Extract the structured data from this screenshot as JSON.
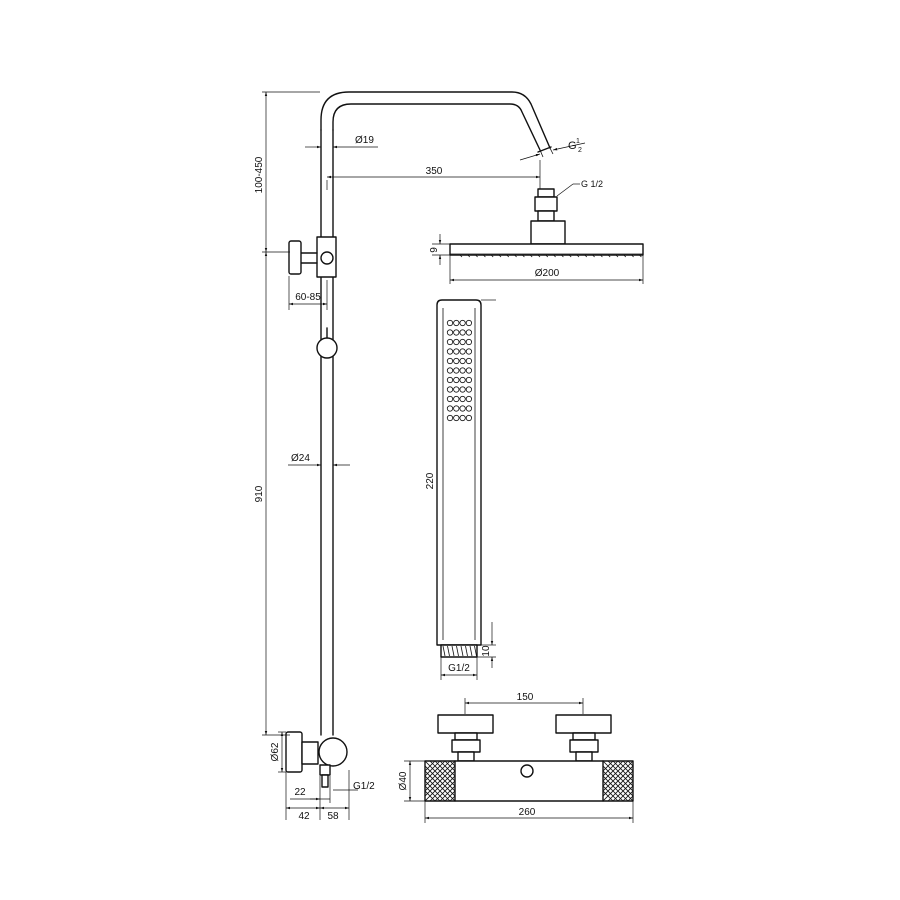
{
  "dimensions": {
    "arm_reach": "100-450",
    "arm_diameter": "Ø19",
    "arm_length": "350",
    "arm_outlet_thread": {
      "main": "G",
      "num": "1",
      "den": "2"
    },
    "head_connector_thread": "G 1/2",
    "head_thickness": "9",
    "head_diameter": "Ø200",
    "holder_offset": "60-85",
    "riser_diameter": "Ø24",
    "riser_height": "910",
    "hand_shower_length": "220",
    "hand_shower_thread": "G1/2",
    "hand_shower_thread_length": "10",
    "valve_knob_diameter": "Ø62",
    "side_offset_22": "22",
    "side_offset_42": "42",
    "side_offset_58": "58",
    "side_thread": "G1/2",
    "valve_center_distance": "150",
    "valve_body_height": "Ø40",
    "valve_total_width": "260"
  }
}
